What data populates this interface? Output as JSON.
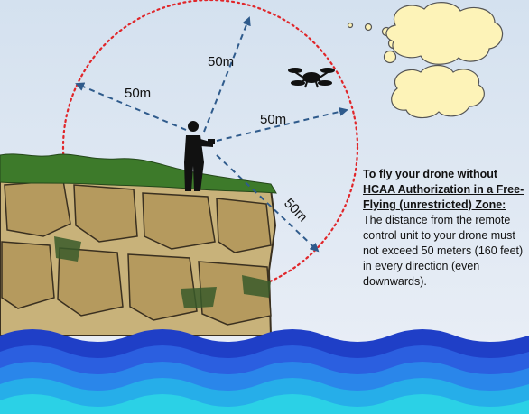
{
  "distance_labels": {
    "up": "50m",
    "up_left": "50m",
    "right": "50m",
    "down_right": "50m"
  },
  "info": {
    "heading": "To fly your drone without HCAA Authorization in a Free-Flying (unrestricted) Zone:",
    "body": "The distance from the remote control unit to your drone must not exceed 50 meters (160 feet) in every direction (even downwards)."
  },
  "colors": {
    "sky_top": "#d7e4f1",
    "sky_bottom": "#e9eef6",
    "radius_circle": "#e0262a",
    "arrows": "#2f5b8c",
    "cliff_rock": "#c8b27a",
    "grass": "#3d7a2a",
    "water_dark": "#1f3fc7",
    "water_light": "#2bd1e6"
  }
}
